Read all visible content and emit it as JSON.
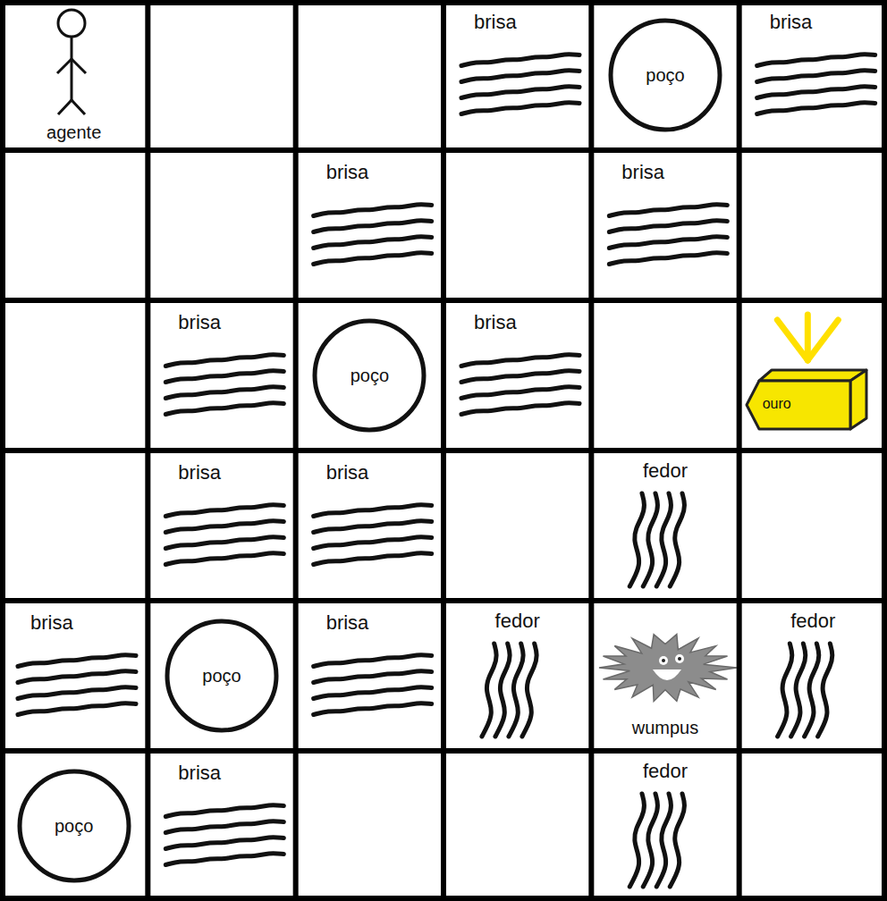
{
  "diagram": {
    "nodes": [
      {
        "text": [
          "agente"
        ]
      },
      {
        "text": [
          "brisa"
        ]
      },
      {
        "text": [
          "poço"
        ]
      },
      {
        "text": [
          "brisa"
        ]
      },
      {
        "text": [
          "brisa"
        ]
      },
      {
        "text": [
          "brisa"
        ]
      },
      {
        "text": [
          "brisa"
        ]
      },
      {
        "text": [
          "poço"
        ]
      },
      {
        "text": [
          "brisa"
        ]
      },
      {
        "text": [
          "ouro"
        ]
      },
      {
        "text": [
          "brisa"
        ]
      },
      {
        "text": [
          "brisa"
        ]
      },
      {
        "text": [
          "fedor"
        ]
      },
      {
        "text": [
          "brisa"
        ]
      },
      {
        "text": [
          "poço"
        ]
      },
      {
        "text": [
          "brisa"
        ]
      },
      {
        "text": [
          "fedor"
        ]
      },
      {
        "text": [
          "wumpus"
        ]
      },
      {
        "text": [
          "fedor"
        ]
      },
      {
        "text": [
          "poço"
        ]
      },
      {
        "text": [
          "brisa"
        ]
      },
      {
        "text": [
          "fedor"
        ]
      }
    ]
  }
}
